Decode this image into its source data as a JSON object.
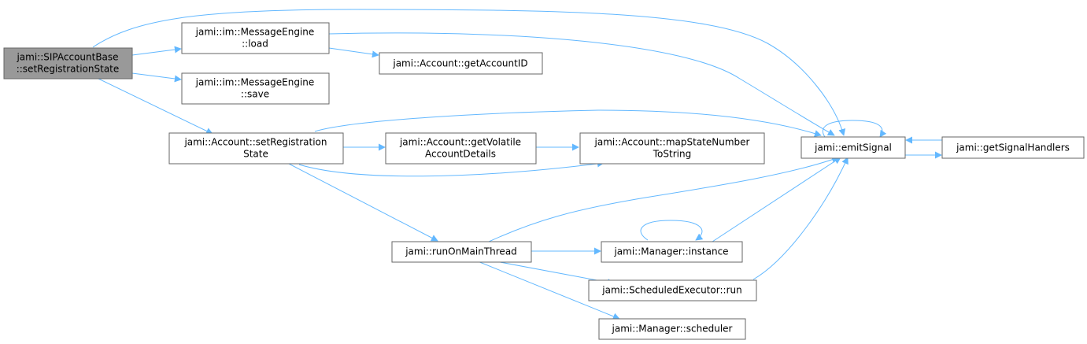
{
  "nodes": [
    {
      "id": "sip",
      "lines": [
        "jami::SIPAccountBase",
        "::setRegistrationState"
      ],
      "root": true
    },
    {
      "id": "load",
      "lines": [
        "jami::im::MessageEngine",
        "::load"
      ]
    },
    {
      "id": "save",
      "lines": [
        "jami::im::MessageEngine",
        "::save"
      ]
    },
    {
      "id": "setreg",
      "lines": [
        "jami::Account::setRegistration",
        "State"
      ]
    },
    {
      "id": "getid",
      "lines": [
        "jami::Account::getAccountID"
      ]
    },
    {
      "id": "getvol",
      "lines": [
        "jami::Account::getVolatile",
        "AccountDetails"
      ]
    },
    {
      "id": "mapstate",
      "lines": [
        "jami::Account::mapStateNumber",
        "ToString"
      ]
    },
    {
      "id": "emit",
      "lines": [
        "jami::emitSignal"
      ]
    },
    {
      "id": "handlers",
      "lines": [
        "jami::getSignalHandlers"
      ]
    },
    {
      "id": "runmain",
      "lines": [
        "jami::runOnMainThread"
      ]
    },
    {
      "id": "instance",
      "lines": [
        "jami::Manager::instance"
      ]
    },
    {
      "id": "schedrun",
      "lines": [
        "jami::ScheduledExecutor::run"
      ]
    },
    {
      "id": "scheduler",
      "lines": [
        "jami::Manager::scheduler"
      ]
    }
  ],
  "edges": [
    {
      "from": "sip",
      "to": "load"
    },
    {
      "from": "sip",
      "to": "save"
    },
    {
      "from": "sip",
      "to": "setreg"
    },
    {
      "from": "sip",
      "to": "emit"
    },
    {
      "from": "load",
      "to": "getid"
    },
    {
      "from": "load",
      "to": "emit"
    },
    {
      "from": "setreg",
      "to": "getvol"
    },
    {
      "from": "setreg",
      "to": "mapstate"
    },
    {
      "from": "setreg",
      "to": "emit"
    },
    {
      "from": "setreg",
      "to": "runmain"
    },
    {
      "from": "getvol",
      "to": "mapstate"
    },
    {
      "from": "emit",
      "to": "emit"
    },
    {
      "from": "emit",
      "to": "handlers"
    },
    {
      "from": "handlers",
      "to": "emit"
    },
    {
      "from": "runmain",
      "to": "emit"
    },
    {
      "from": "runmain",
      "to": "instance"
    },
    {
      "from": "runmain",
      "to": "schedrun"
    },
    {
      "from": "runmain",
      "to": "scheduler"
    },
    {
      "from": "instance",
      "to": "instance"
    },
    {
      "from": "instance",
      "to": "emit"
    },
    {
      "from": "schedrun",
      "to": "emit"
    }
  ]
}
